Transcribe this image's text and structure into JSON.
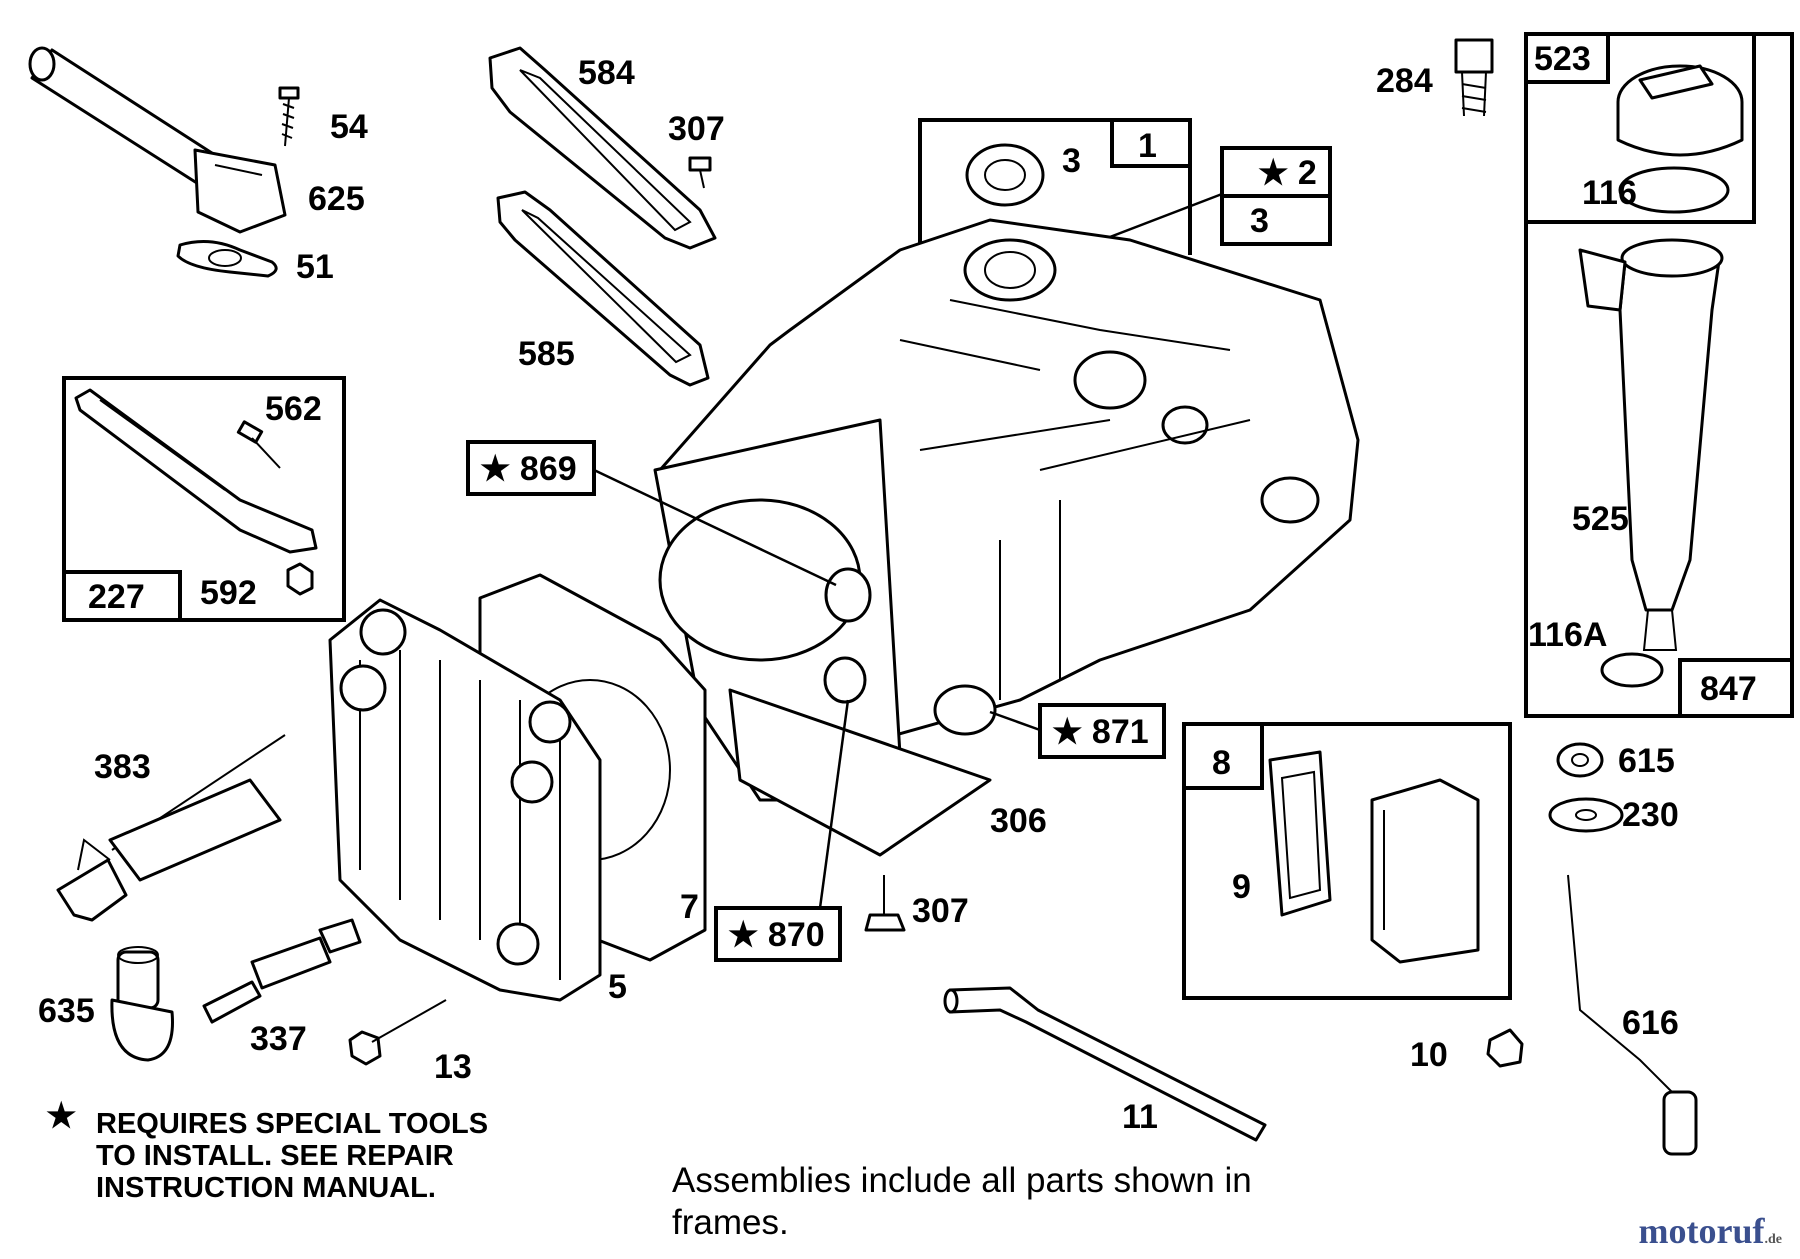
{
  "note": {
    "star": "★",
    "lines": [
      "REQUIRES SPECIAL TOOLS",
      "TO INSTALL.  SEE REPAIR",
      "INSTRUCTION MANUAL."
    ]
  },
  "footer": {
    "lines": [
      "Assemblies include all parts shown in",
      "frames."
    ]
  },
  "brand": {
    "name": "motoruf",
    "suffix": ".de"
  },
  "labels": {
    "p54": "54",
    "p625": "625",
    "p51": "51",
    "p584": "584",
    "p307a": "307",
    "p585": "585",
    "p3a": "3",
    "p1": "1",
    "p2": "★ 2",
    "p3b": "3",
    "p284": "284",
    "p523": "523",
    "p116": "116",
    "p525": "525",
    "p116a": "116A",
    "p847": "847",
    "p562": "562",
    "p227": "227",
    "p592": "592",
    "p869": "★ 869",
    "p871": "★ 871",
    "p870": "★ 870",
    "p383": "383",
    "p7": "7",
    "p5": "5",
    "p306": "306",
    "p307b": "307",
    "p8": "8",
    "p9": "9",
    "p615": "615",
    "p230": "230",
    "p616": "616",
    "p635": "635",
    "p337": "337",
    "p13": "13",
    "p11": "11",
    "p10": "10"
  }
}
